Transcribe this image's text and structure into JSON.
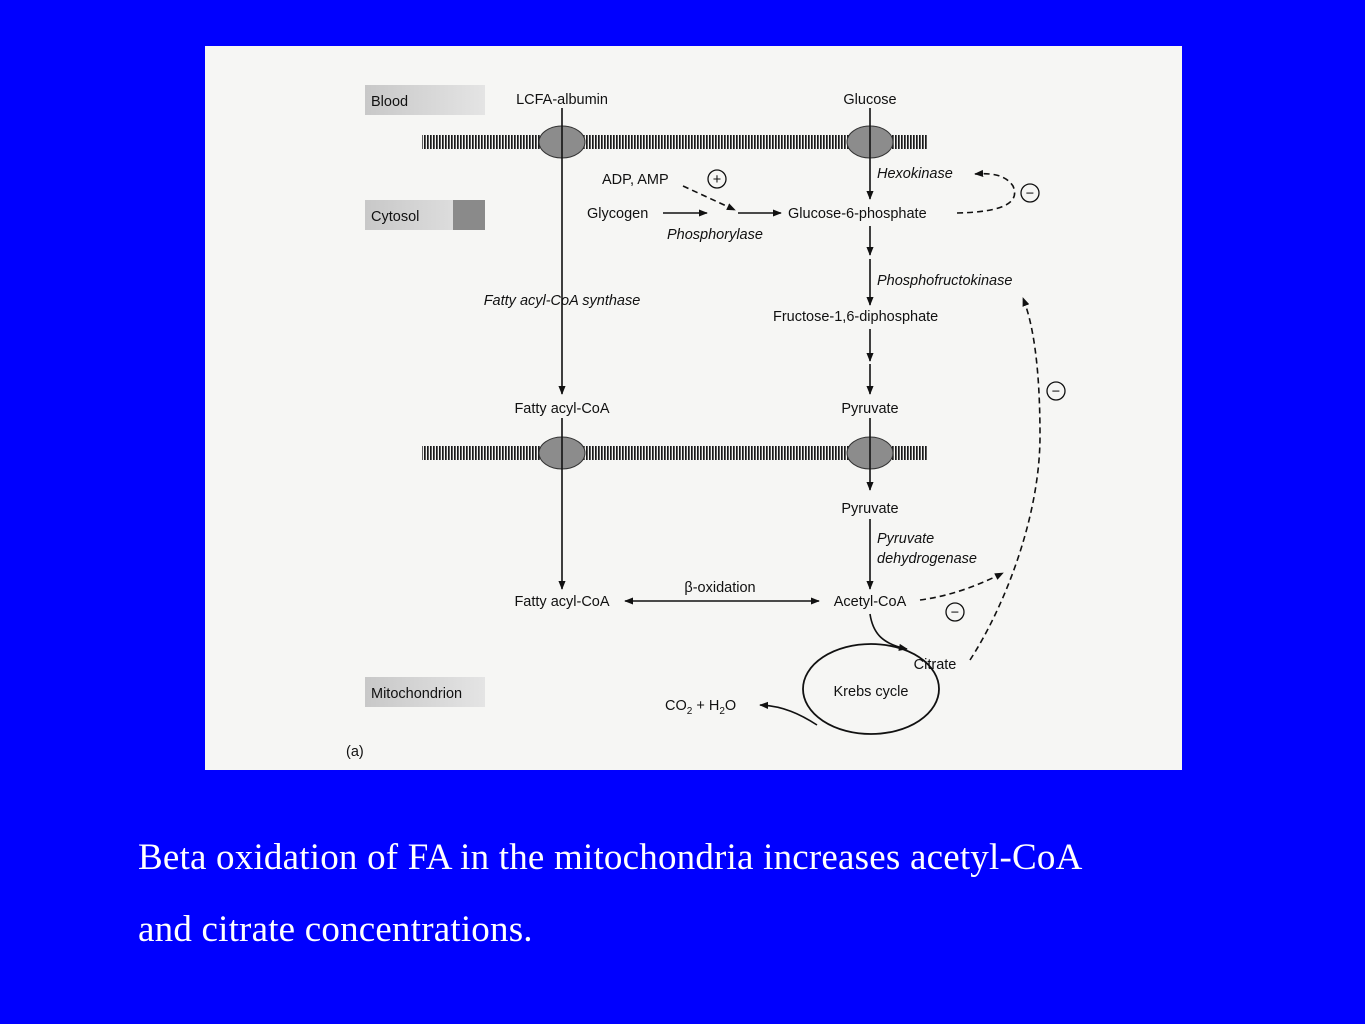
{
  "compartments": {
    "blood": "Blood",
    "cytosol": "Cytosol",
    "mitochondrion": "Mitochondrion"
  },
  "metabolites": {
    "lcfa_albumin": "LCFA-albumin",
    "glucose": "Glucose",
    "adp_amp": "ADP, AMP",
    "glycogen": "Glycogen",
    "glucose_6_phosphate": "Glucose-6-phosphate",
    "fructose_diphosphate": "Fructose-1,6-diphosphate",
    "fatty_acyl_coa_cytosol": "Fatty acyl-CoA",
    "pyruvate_cytosol": "Pyruvate",
    "pyruvate_mito": "Pyruvate",
    "fatty_acyl_coa_mito": "Fatty acyl-CoA",
    "acetyl_coa": "Acetyl-CoA",
    "citrate": "Citrate",
    "krebs_cycle": "Krebs cycle",
    "co2_h2o": {
      "co": "CO",
      "co_sub": "2",
      "mid": " + H",
      "h_sub": "2",
      "end": "O"
    }
  },
  "enzymes": {
    "hexokinase": "Hexokinase",
    "phosphorylase": "Phosphorylase",
    "fatty_acyl_coa_synthase": "Fatty acyl-CoA synthase",
    "phosphofructokinase": "Phosphofructokinase",
    "pyruvate_dehydrogenase_line1": "Pyruvate",
    "pyruvate_dehydrogenase_line2": "dehydrogenase",
    "beta_oxidation": "β-oxidation"
  },
  "regulation_signs": {
    "activation": "+",
    "inhibition": "−"
  },
  "panel_label": "(a)",
  "caption": {
    "line1": "Beta oxidation of FA in the mitochondria increases acetyl-CoA",
    "line2": "and citrate concentrations."
  },
  "colors": {
    "background": "#0000ff",
    "figure_background": "#f6f6f4",
    "ink": "#111111",
    "transporter": "#8c8c8c",
    "caption_text": "#ffffff"
  }
}
